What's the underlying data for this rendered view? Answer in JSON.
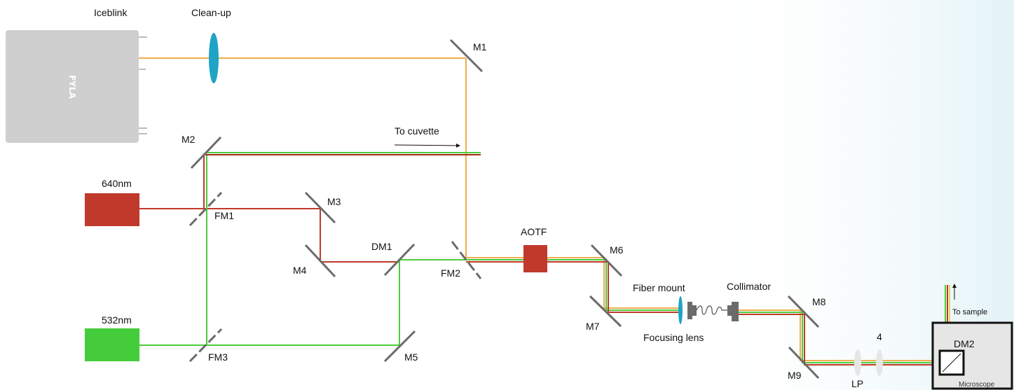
{
  "colors": {
    "orange": "#f0ad4e",
    "red": "#c0392b",
    "darkred": "#a52a14",
    "green": "#4ccc3c",
    "yellow": "#e8d44a",
    "mirror": "#6b6b6b",
    "lens": "#1fa3c7",
    "lightlens": "#e6e6e6",
    "laser_body": "#cfcfcf",
    "bg_fade": "#e3f3f8"
  },
  "icons": {
    "mirror": "mirror-icon",
    "flip_mirror": "flip-mirror-icon",
    "lens": "lens-icon",
    "fiber": "fiber-coil-icon",
    "arrow": "arrow-icon"
  },
  "labels": {
    "iceblink": "Iceblink",
    "logo": "FYLA",
    "cleanup": "Clean-up",
    "m1": "M1",
    "m2": "M2",
    "m3": "M3",
    "m4": "M4",
    "m5": "M5",
    "m6": "M6",
    "m7": "M7",
    "m8": "M8",
    "m9": "M9",
    "fm1": "FM1",
    "fm2": "FM2",
    "fm3": "FM3",
    "dm1": "DM1",
    "dm2": "DM2",
    "to_cuvette": "To cuvette",
    "laser640": "640nm",
    "laser532": "532nm",
    "aotf": "AOTF",
    "fiber_mount": "Fiber mount",
    "collimator": "Collimator",
    "focusing_lens": "Focusing lens",
    "lp": "LP",
    "four": "4",
    "to_sample": "To sample",
    "microscope": "Microscope"
  }
}
